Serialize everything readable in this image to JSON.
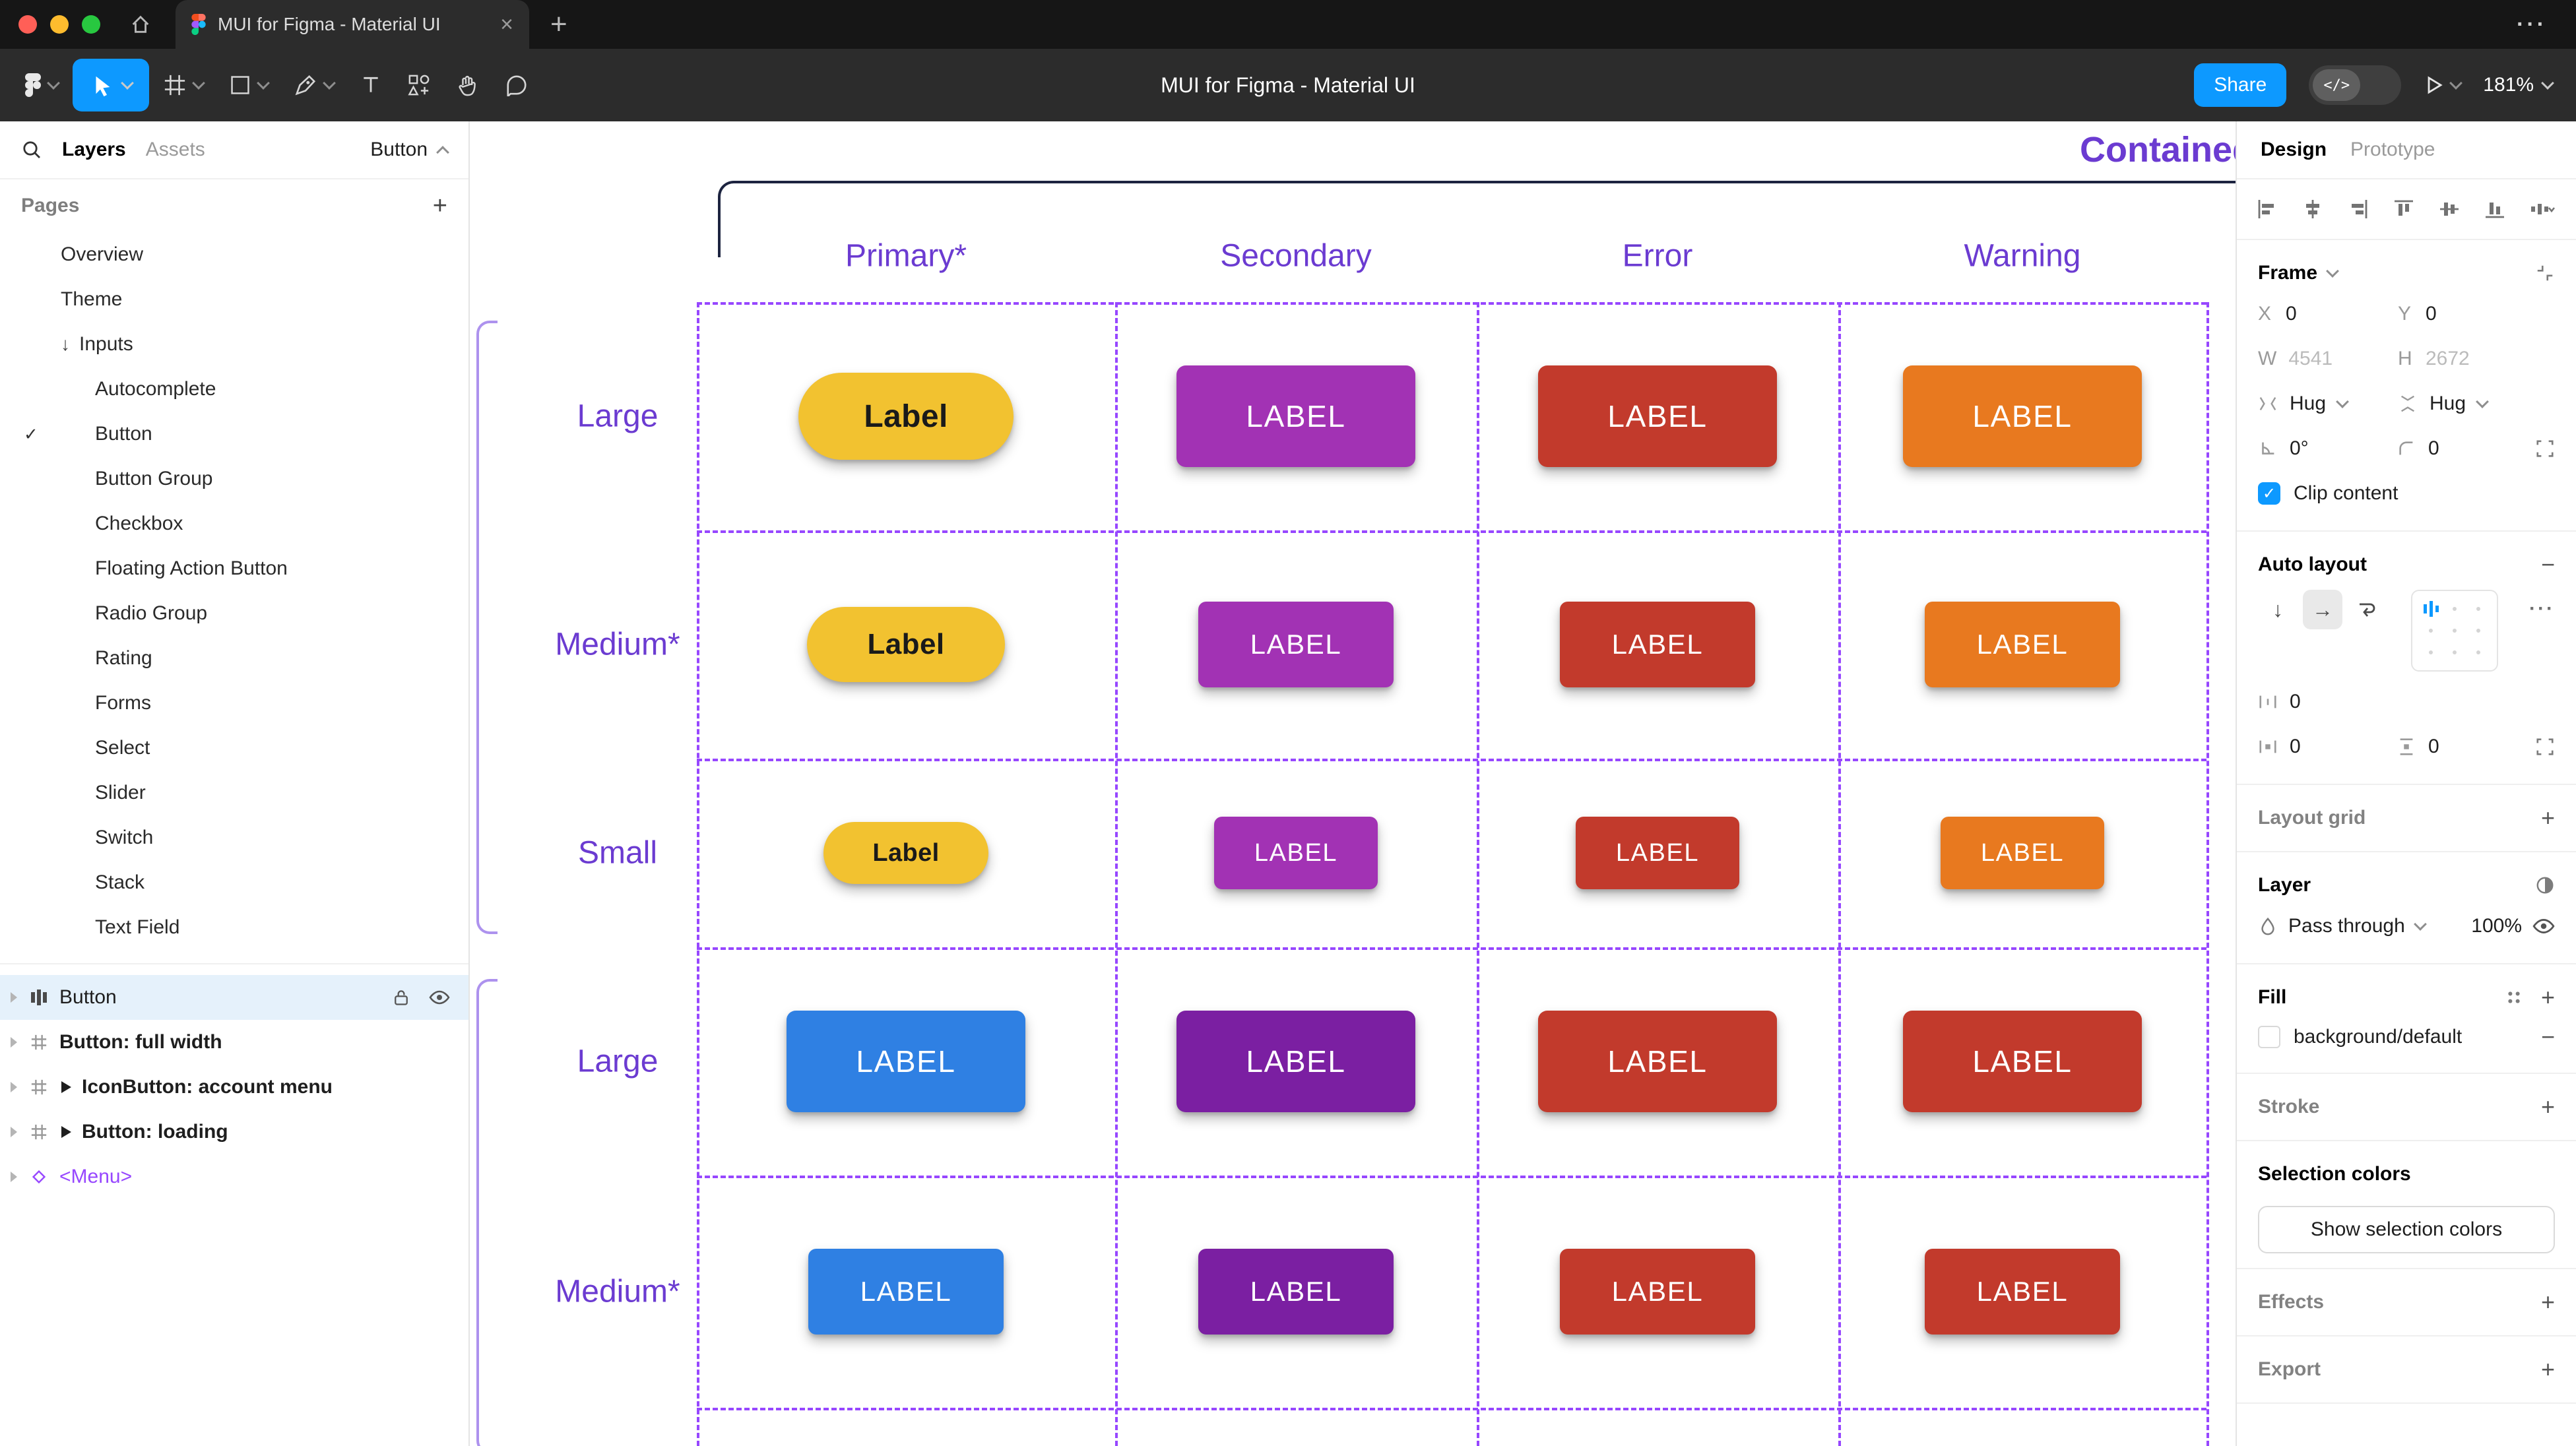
{
  "tab_bar": {
    "tab_title": "MUI for Figma - Material UI"
  },
  "toolbar": {
    "title": "MUI for Figma - Material UI",
    "share_label": "Share",
    "zoom_level": "181%"
  },
  "left_panel": {
    "tabs": {
      "layers": "Layers",
      "assets": "Assets"
    },
    "selected_component": "Button",
    "pages_title": "Pages",
    "pages": [
      {
        "label": "Overview"
      },
      {
        "label": "Theme"
      },
      {
        "label": "Inputs",
        "arrow": true
      },
      {
        "label": "Autocomplete",
        "indent": true
      },
      {
        "label": "Button",
        "indent": true,
        "checked": true
      },
      {
        "label": "Button Group",
        "indent": true
      },
      {
        "label": "Checkbox",
        "indent": true
      },
      {
        "label": "Floating Action Button",
        "indent": true
      },
      {
        "label": "Radio Group",
        "indent": true
      },
      {
        "label": "Rating",
        "indent": true
      },
      {
        "label": "Forms",
        "indent": true
      },
      {
        "label": "Select",
        "indent": true
      },
      {
        "label": "Slider",
        "indent": true
      },
      {
        "label": "Switch",
        "indent": true
      },
      {
        "label": "Stack",
        "indent": true
      },
      {
        "label": "Text Field",
        "indent": true
      }
    ],
    "layers": [
      {
        "label": "Button",
        "icon": "auto-layout",
        "selected": true
      },
      {
        "label": "Button: full width",
        "icon": "frame",
        "bold": true
      },
      {
        "label": "IconButton: account menu",
        "icon": "frame",
        "bold": true,
        "play": true
      },
      {
        "label": "Button: loading",
        "icon": "frame",
        "bold": true,
        "play": true
      },
      {
        "label": "<Menu>",
        "icon": "component",
        "purple": true
      }
    ]
  },
  "canvas": {
    "frame_title": "Contained",
    "accent_purple": "#9747FF",
    "header_text_color": "#6B3BD1",
    "column_headers": [
      "Primary*",
      "Secondary",
      "Error",
      "Warning"
    ],
    "rows": [
      {
        "label": "Large",
        "size": "large",
        "buttons": [
          {
            "label": "Label",
            "bg": "#F2C230",
            "fg": "#1A1A1A",
            "variant": "pill"
          },
          {
            "label": "LABEL",
            "bg": "#A232B4",
            "fg": "#FFFFFF",
            "variant": "rect"
          },
          {
            "label": "LABEL",
            "bg": "#C23A2C",
            "fg": "#FFFFFF",
            "variant": "rect"
          },
          {
            "label": "LABEL",
            "bg": "#E8791F",
            "fg": "#FFFFFF",
            "variant": "rect"
          }
        ]
      },
      {
        "label": "Medium*",
        "size": "medium",
        "buttons": [
          {
            "label": "Label",
            "bg": "#F2C230",
            "fg": "#1A1A1A",
            "variant": "pill"
          },
          {
            "label": "LABEL",
            "bg": "#A232B4",
            "fg": "#FFFFFF",
            "variant": "rect"
          },
          {
            "label": "LABEL",
            "bg": "#C23A2C",
            "fg": "#FFFFFF",
            "variant": "rect"
          },
          {
            "label": "LABEL",
            "bg": "#E8791F",
            "fg": "#FFFFFF",
            "variant": "rect"
          }
        ]
      },
      {
        "label": "Small",
        "size": "small",
        "buttons": [
          {
            "label": "Label",
            "bg": "#F2C230",
            "fg": "#1A1A1A",
            "variant": "pill"
          },
          {
            "label": "LABEL",
            "bg": "#A232B4",
            "fg": "#FFFFFF",
            "variant": "rect"
          },
          {
            "label": "LABEL",
            "bg": "#C23A2C",
            "fg": "#FFFFFF",
            "variant": "rect"
          },
          {
            "label": "LABEL",
            "bg": "#E8791F",
            "fg": "#FFFFFF",
            "variant": "rect"
          }
        ]
      },
      {
        "label": "Large",
        "size": "large",
        "buttons": [
          {
            "label": "LABEL",
            "bg": "#2F80E3",
            "fg": "#FFFFFF",
            "variant": "rect"
          },
          {
            "label": "LABEL",
            "bg": "#7B1FA2",
            "fg": "#FFFFFF",
            "variant": "rect"
          },
          {
            "label": "LABEL",
            "bg": "#C23A2C",
            "fg": "#FFFFFF",
            "variant": "rect"
          },
          {
            "label": "LABEL",
            "bg": "#C23A2C",
            "fg": "#FFFFFF",
            "variant": "rect"
          }
        ]
      },
      {
        "label": "Medium*",
        "size": "medium",
        "buttons": [
          {
            "label": "LABEL",
            "bg": "#2F80E3",
            "fg": "#FFFFFF",
            "variant": "rect"
          },
          {
            "label": "LABEL",
            "bg": "#7B1FA2",
            "fg": "#FFFFFF",
            "variant": "rect"
          },
          {
            "label": "LABEL",
            "bg": "#C23A2C",
            "fg": "#FFFFFF",
            "variant": "rect"
          },
          {
            "label": "LABEL",
            "bg": "#C23A2C",
            "fg": "#FFFFFF",
            "variant": "rect"
          }
        ]
      }
    ]
  },
  "right_panel": {
    "tabs": {
      "design": "Design",
      "prototype": "Prototype"
    },
    "frame": {
      "title": "Frame",
      "x_label": "X",
      "x_value": "0",
      "y_label": "Y",
      "y_value": "0",
      "w_label": "W",
      "w_value": "4541",
      "h_label": "H",
      "h_value": "2672",
      "hug_horizontal": "Hug",
      "hug_vertical": "Hug",
      "rotation_value": "0°",
      "radius_value": "0",
      "clip_label": "Clip content"
    },
    "auto_layout": {
      "title": "Auto layout",
      "gap_value": "0",
      "padding_horizontal": "0",
      "padding_vertical": "0"
    },
    "layout_grid": {
      "title": "Layout grid"
    },
    "layer": {
      "title": "Layer",
      "blend_mode": "Pass through",
      "opacity": "100%"
    },
    "fill": {
      "title": "Fill",
      "swatch_label": "background/default"
    },
    "stroke": {
      "title": "Stroke"
    },
    "selection_colors": {
      "title": "Selection colors",
      "button_label": "Show selection colors"
    },
    "effects": {
      "title": "Effects"
    },
    "export": {
      "title": "Export"
    }
  }
}
